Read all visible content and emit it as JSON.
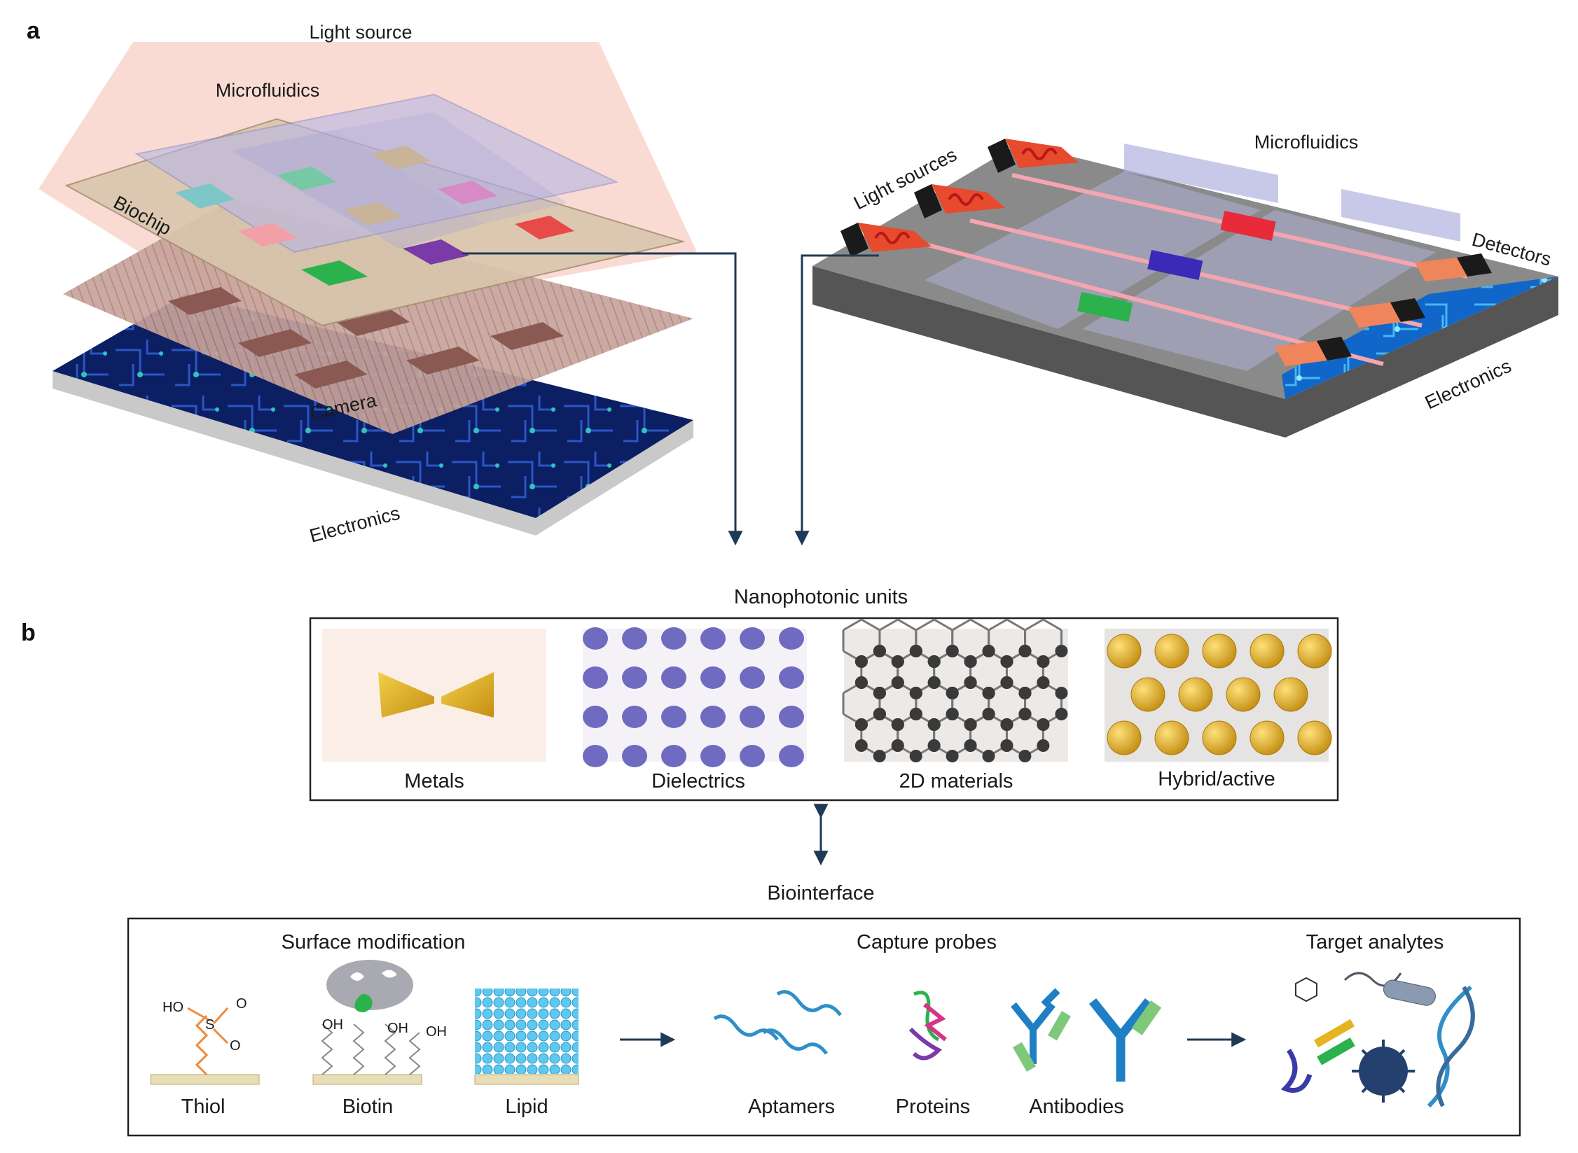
{
  "panel_a": {
    "letter": "a",
    "left_stack": {
      "light_source": "Light source",
      "microfluidics": "Microfluidics",
      "biochip": "Biochip",
      "camera": "Camera",
      "electronics": "Electronics"
    },
    "right_chip": {
      "light_sources": "Light sources",
      "microfluidics": "Microfluidics",
      "detectors": "Detectors",
      "electronics": "Electronics"
    }
  },
  "panel_b": {
    "letter": "b",
    "nanophotonic_title": "Nanophotonic units",
    "units": [
      "Metals",
      "Dielectrics",
      "2D materials",
      "Hybrid/active"
    ],
    "biointerface_title": "Biointerface",
    "surface_modification": {
      "heading": "Surface modification",
      "items": [
        "Thiol",
        "Biotin",
        "Lipid"
      ],
      "thiol_groups": [
        "HO",
        "S",
        "O",
        "O"
      ],
      "biotin_groups": [
        "OH",
        "OH",
        "OH"
      ]
    },
    "capture_probes": {
      "heading": "Capture probes",
      "items": [
        "Aptamers",
        "Proteins",
        "Antibodies"
      ]
    },
    "target_analytes": {
      "heading": "Target analytes"
    }
  },
  "colors": {
    "connector": "#1f3a56",
    "light_cone": "#f8d5cc",
    "biochip": "#d9c6ae",
    "electronics": "#0b1f5e",
    "laser": "#e84a2e",
    "gold": "#e5b420",
    "dielectric": "#6f6bc0",
    "aptamer": "#2f8fc8",
    "antibody_blue": "#1f7fc4",
    "antibody_green": "#7ec87a"
  }
}
